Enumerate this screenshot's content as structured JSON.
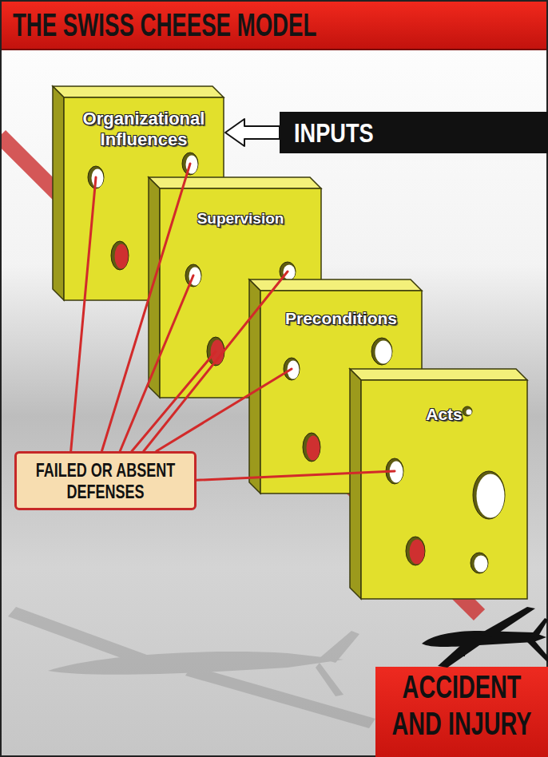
{
  "diagram": {
    "title": "THE SWISS CHEESE MODEL",
    "nodes": [
      {
        "text": [
          "Organizational Influences"
        ]
      },
      {
        "text": [
          "INPUTS"
        ]
      },
      {
        "text": [
          "Supervision"
        ]
      },
      {
        "text": [
          "Preconditions"
        ]
      },
      {
        "text": [
          "Acts"
        ]
      },
      {
        "text": [
          "FAILED OR ABSENT DEFENSES"
        ]
      },
      {
        "text": [
          "ACCIDENT AND INJURY"
        ]
      }
    ],
    "edges": [
      {
        "from": 1,
        "to": 0,
        "arrow": "to"
      },
      {
        "from": 5,
        "to": 0,
        "arrow": "none"
      },
      {
        "from": 5,
        "to": 0,
        "arrow": "none"
      },
      {
        "from": 5,
        "to": 2,
        "arrow": "none"
      },
      {
        "from": 5,
        "to": 2,
        "arrow": "none"
      },
      {
        "from": 5,
        "to": 2,
        "arrow": "none"
      },
      {
        "from": 5,
        "to": 3,
        "arrow": "none"
      },
      {
        "from": 5,
        "to": 4,
        "arrow": "none"
      }
    ]
  }
}
